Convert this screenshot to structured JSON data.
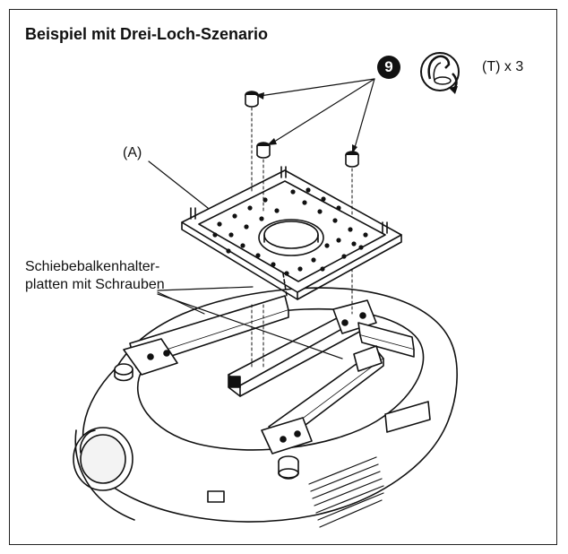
{
  "title": "Beispiel mit Drei-Loch-Szenario",
  "step": {
    "number": "9",
    "icon": "tighten-screw-icon",
    "torque_label": "(T) x 3"
  },
  "labels": {
    "plate": "(A)",
    "slide_holder_line1": "Schiebebalkenhalter-",
    "slide_holder_line2": "platten mit Schrauben"
  }
}
